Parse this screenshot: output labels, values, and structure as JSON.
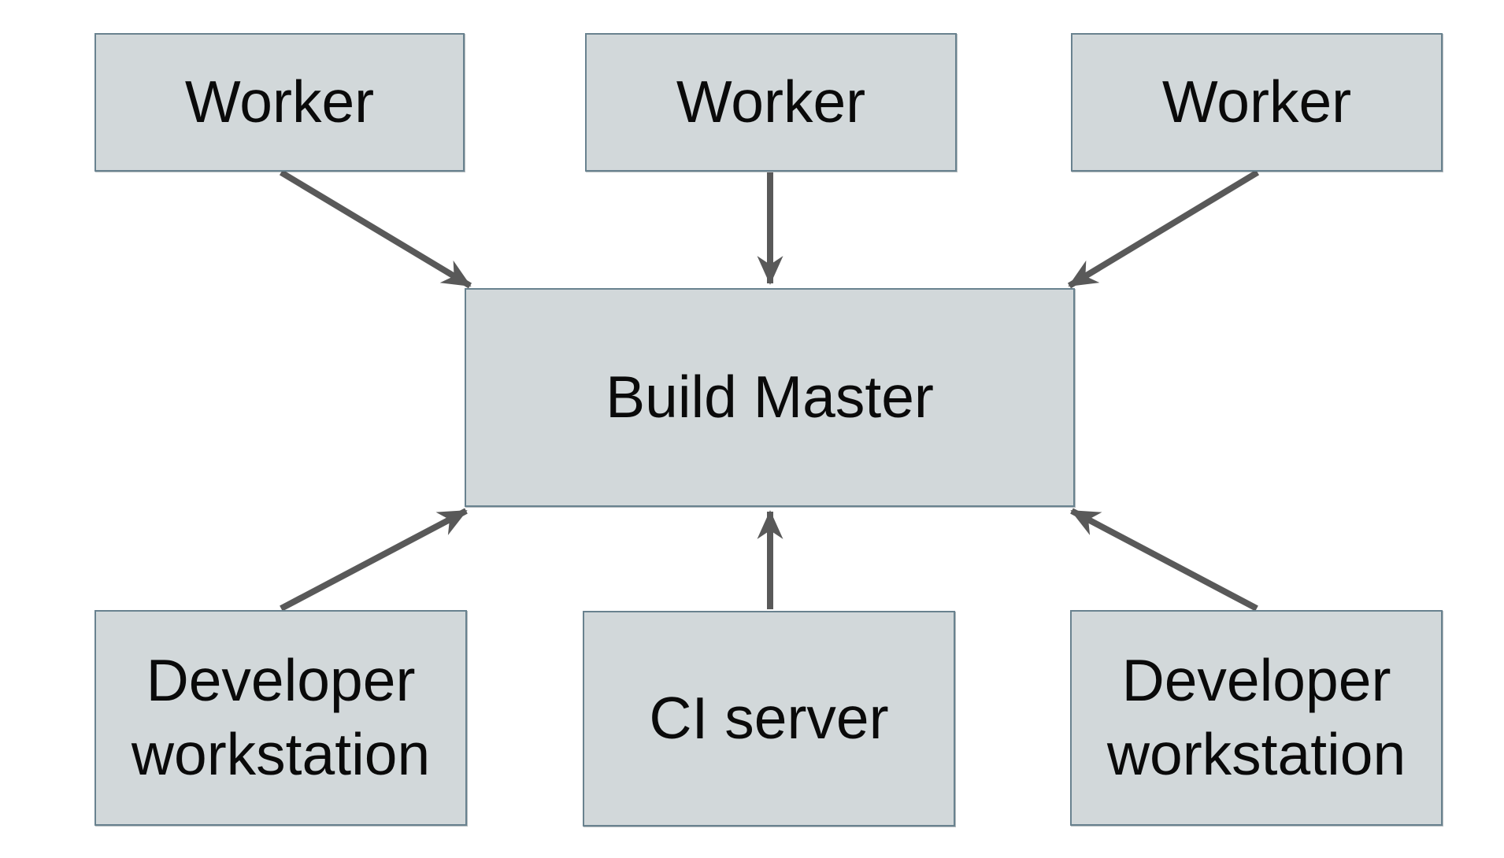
{
  "colors": {
    "node_fill": "#d2d8da",
    "node_border": "#69828f",
    "arrow": "#595959",
    "text": "#0a0a0a",
    "background": "#ffffff"
  },
  "nodes": [
    {
      "id": "worker-1",
      "label": "Worker"
    },
    {
      "id": "worker-2",
      "label": "Worker"
    },
    {
      "id": "worker-3",
      "label": "Worker"
    },
    {
      "id": "build-master",
      "label": "Build Master"
    },
    {
      "id": "developer-workstation-1",
      "label": "Developer workstation"
    },
    {
      "id": "ci-server",
      "label": "CI server"
    },
    {
      "id": "developer-workstation-2",
      "label": "Developer workstation"
    }
  ],
  "edges": [
    {
      "from": "worker-1",
      "to": "build-master"
    },
    {
      "from": "worker-2",
      "to": "build-master"
    },
    {
      "from": "worker-3",
      "to": "build-master"
    },
    {
      "from": "developer-workstation-1",
      "to": "build-master"
    },
    {
      "from": "ci-server",
      "to": "build-master"
    },
    {
      "from": "developer-workstation-2",
      "to": "build-master"
    }
  ]
}
